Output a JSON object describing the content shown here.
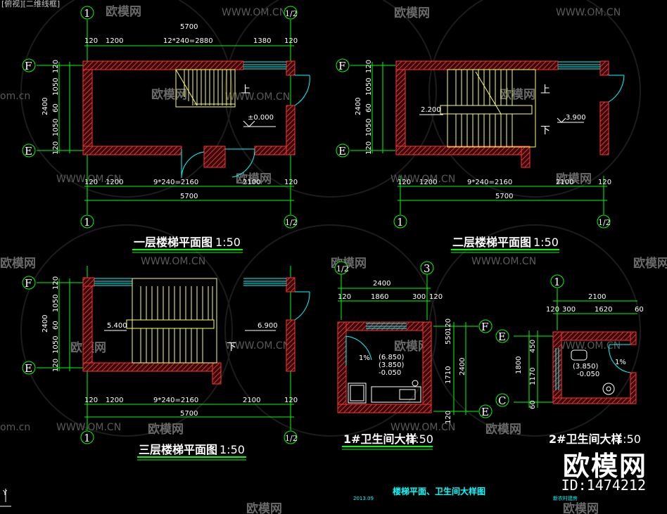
{
  "viewport_label": "[俯视][二维线框]",
  "watermark": {
    "text": "欧模网",
    "url_text": "WWW.OM.CN",
    "small_text": "om.cn"
  },
  "brand": {
    "name": "欧模网",
    "id": "ID:1474212"
  },
  "colors": {
    "wall": "#ff3b3b",
    "stair": "#ffff66",
    "dim": "#00ff00",
    "window": "#00ffff",
    "door": "#00ffff",
    "text": "#ffffff"
  },
  "plans": {
    "floor1": {
      "title": "一层楼梯平面图",
      "scale": "1:50",
      "top_dims": [
        "120",
        "1200",
        "12*240=2880",
        "1380",
        "120"
      ],
      "top_total": "5700",
      "bottom_dims": [
        "120",
        "1200",
        "9*240=2160",
        "2100",
        "120"
      ],
      "bottom_total": "5700",
      "left_dims": [
        "120",
        "1050",
        "60",
        "1050",
        "120"
      ],
      "left_total": "2400",
      "axes": {
        "left": "1",
        "right": "1/2",
        "top": "F",
        "bottom": "E"
      },
      "level": "±0.000",
      "direction": "上"
    },
    "floor2": {
      "title": "二层楼梯平面图",
      "scale": "1:50",
      "bottom_dims": [
        "120",
        "1200",
        "9*240=2160",
        "2100",
        "120"
      ],
      "bottom_total": "5700",
      "left_dims": [
        "120",
        "1050",
        "60",
        "1050",
        "120"
      ],
      "left_total": "2400",
      "axes": {
        "left": "1",
        "right": "1/2",
        "top": "F",
        "bottom": "E"
      },
      "levels": [
        "2.200",
        "3.900"
      ],
      "directions": [
        "上",
        "下"
      ]
    },
    "floor3": {
      "title": "三层楼梯平面图",
      "scale": "1:50",
      "bottom_dims": [
        "120",
        "1200",
        "9*240=2160",
        "2100",
        "120"
      ],
      "bottom_total": "5700",
      "left_dims": [
        "120",
        "1050",
        "60",
        "1050",
        "120"
      ],
      "left_total": "2400",
      "axes": {
        "left": "1",
        "right": "1/2",
        "top": "F",
        "bottom": "E"
      },
      "levels": [
        "5.400",
        "6.900"
      ],
      "direction": "下"
    },
    "bath1": {
      "title": "1#卫生间大样",
      "scale": "1:50",
      "top_dims": [
        "120",
        "1860",
        "300",
        "120"
      ],
      "top_total": "2400",
      "right_dims": [
        "120",
        "550",
        "1710",
        "120"
      ],
      "right_total": "2400",
      "axes": {
        "left": "1/2",
        "right": "3",
        "top": "F",
        "bottom": "E"
      },
      "levels": [
        "(6.850)",
        "(3.850)",
        "-0.050"
      ],
      "slope": "1%"
    },
    "bath2": {
      "title": "2#卫生间大样",
      "scale": "1:50",
      "top_dims": [
        "120",
        "300",
        "1620",
        "60"
      ],
      "top_total": "2100",
      "left_dims": [
        "450",
        "1170",
        "60"
      ],
      "left_total": "1800",
      "axes": {
        "top": "1",
        "upper": "E",
        "lower": "C"
      },
      "levels": [
        "(3.850)",
        "-0.050"
      ],
      "slope": "1%"
    }
  },
  "sheet": {
    "title": "楼梯平面、卫生间大样图",
    "date": "2013.09",
    "project": "新农村建房"
  }
}
